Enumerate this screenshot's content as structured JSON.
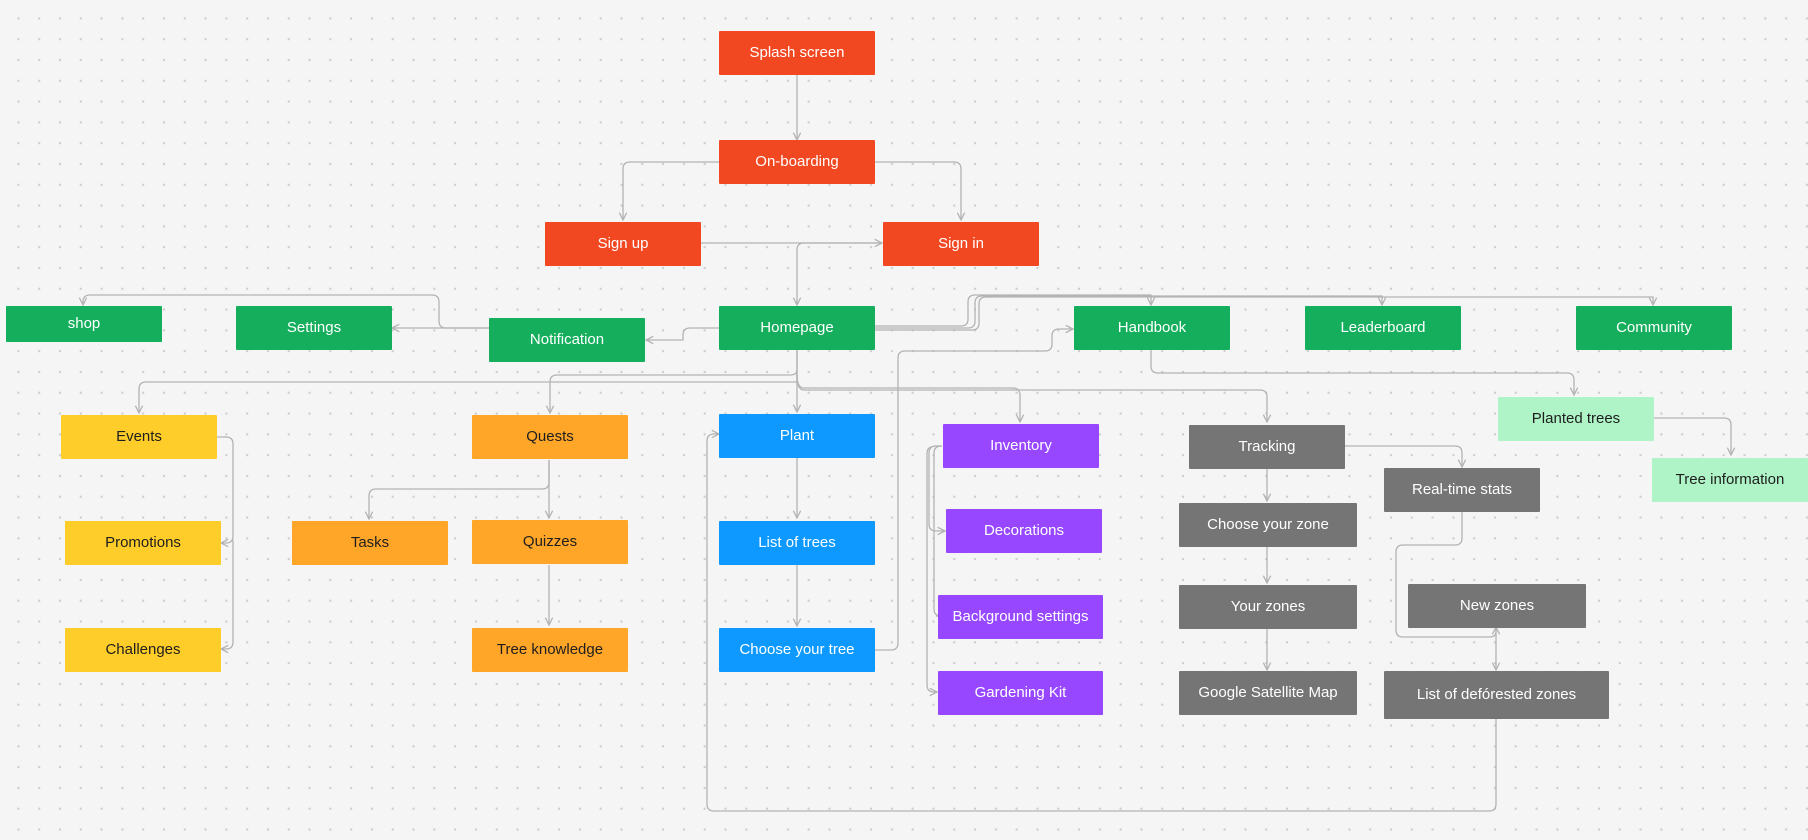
{
  "colors": {
    "red": {
      "bg": "#f24822",
      "fg": "#ffffff"
    },
    "green": {
      "bg": "#14ae5c",
      "fg": "#ffffff"
    },
    "lightgreen": {
      "bg": "#aff4c6",
      "fg": "#1e1e1e"
    },
    "yellow": {
      "bg": "#ffcd29",
      "fg": "#1e1e1e"
    },
    "orange": {
      "bg": "#ffa629",
      "fg": "#1e1e1e"
    },
    "blue": {
      "bg": "#0d99ff",
      "fg": "#ffffff"
    },
    "purple": {
      "bg": "#9747ff",
      "fg": "#ffffff"
    },
    "gray": {
      "bg": "#757575",
      "fg": "#ffffff"
    },
    "connector": "#b3b3b3"
  },
  "nodes": [
    {
      "id": "splash",
      "label": "Splash screen",
      "color": "red"
    },
    {
      "id": "onboarding",
      "label": "On-boarding",
      "color": "red"
    },
    {
      "id": "signup",
      "label": "Sign up",
      "color": "red"
    },
    {
      "id": "signin",
      "label": "Sign in",
      "color": "red"
    },
    {
      "id": "shop",
      "label": "shop",
      "color": "green"
    },
    {
      "id": "settings",
      "label": "Settings",
      "color": "green"
    },
    {
      "id": "notification",
      "label": "Notification",
      "color": "green"
    },
    {
      "id": "homepage",
      "label": "Homepage",
      "color": "green"
    },
    {
      "id": "handbook",
      "label": "Handbook",
      "color": "green"
    },
    {
      "id": "leaderboard",
      "label": "Leaderboard",
      "color": "green"
    },
    {
      "id": "community",
      "label": "Community",
      "color": "green"
    },
    {
      "id": "planted",
      "label": "Planted trees",
      "color": "lightgreen"
    },
    {
      "id": "treeinfo",
      "label": "Tree information",
      "color": "lightgreen"
    },
    {
      "id": "events",
      "label": "Events",
      "color": "yellow"
    },
    {
      "id": "promotions",
      "label": "Promotions",
      "color": "yellow"
    },
    {
      "id": "challenges",
      "label": "Challenges",
      "color": "yellow"
    },
    {
      "id": "quests",
      "label": "Quests",
      "color": "orange"
    },
    {
      "id": "tasks",
      "label": "Tasks",
      "color": "orange"
    },
    {
      "id": "quizzes",
      "label": "Quizzes",
      "color": "orange"
    },
    {
      "id": "treeknowledge",
      "label": "Tree knowledge",
      "color": "orange"
    },
    {
      "id": "plant",
      "label": "Plant",
      "color": "blue"
    },
    {
      "id": "listoftrees",
      "label": "List of trees",
      "color": "blue"
    },
    {
      "id": "chooseyourtree",
      "label": "Choose your tree",
      "color": "blue"
    },
    {
      "id": "inventory",
      "label": "Inventory",
      "color": "purple"
    },
    {
      "id": "decorations",
      "label": "Decorations",
      "color": "purple"
    },
    {
      "id": "bgsettings",
      "label": "Background settings",
      "color": "purple"
    },
    {
      "id": "gardeningkit",
      "label": "Gardening Kit",
      "color": "purple"
    },
    {
      "id": "tracking",
      "label": "Tracking",
      "color": "gray"
    },
    {
      "id": "choosezone",
      "label": "Choose your zone",
      "color": "gray"
    },
    {
      "id": "yourzones",
      "label": "Your zones",
      "color": "gray"
    },
    {
      "id": "gmap",
      "label": "Google Satellite Map",
      "color": "gray"
    },
    {
      "id": "realtime",
      "label": "Real-time stats",
      "color": "gray"
    },
    {
      "id": "newzones",
      "label": "New zones",
      "color": "gray"
    },
    {
      "id": "deforested",
      "label": "List of defórested zones",
      "color": "gray"
    }
  ]
}
